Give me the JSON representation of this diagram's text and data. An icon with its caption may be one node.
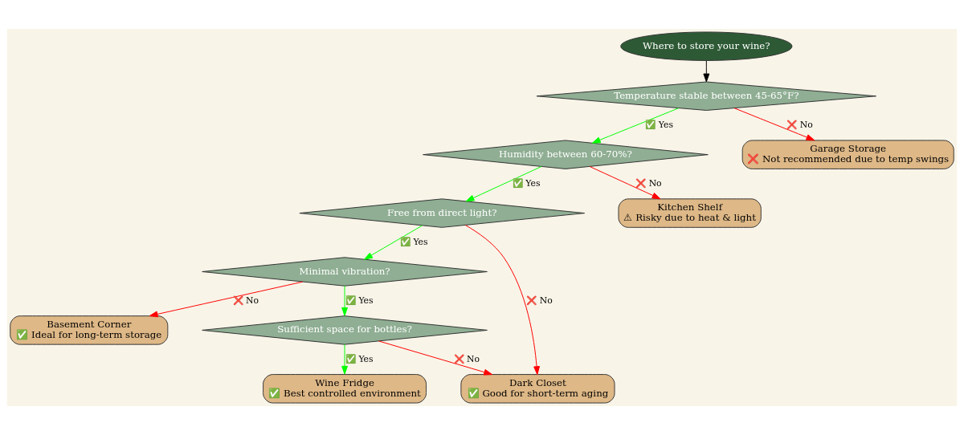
{
  "diagram": {
    "nodes": [
      {
        "text": [
          "Where to store your wine?"
        ]
      },
      {
        "text": [
          "Temperature stable between 45-65°F?"
        ]
      },
      {
        "text": [
          "Humidity between 60-70%?"
        ]
      },
      {
        "text": [
          "Garage Storage",
          "❌ Not recommended due to temp swings"
        ]
      },
      {
        "text": [
          "Free from direct light?"
        ]
      },
      {
        "text": [
          "Kitchen Shelf",
          "⚠ Risky due to heat & light"
        ]
      },
      {
        "text": [
          "Minimal vibration?"
        ]
      },
      {
        "text": [
          "Basement Corner",
          "✅ Ideal for long-term storage"
        ]
      },
      {
        "text": [
          "Sufficient space for bottles?"
        ]
      },
      {
        "text": [
          "Wine Fridge",
          "✅ Best controlled environment"
        ]
      },
      {
        "text": [
          "Dark Closet",
          "✅ Good for short-term aging"
        ]
      }
    ],
    "edges": [
      {
        "from": 0,
        "to": 1,
        "arrow": "to",
        "color": "#000000"
      },
      {
        "from": 1,
        "to": 2,
        "arrow": "to",
        "label": "✅ Yes",
        "color": "#00ff00"
      },
      {
        "from": 1,
        "to": 3,
        "arrow": "to",
        "label": "❌ No",
        "color": "#ff0000"
      },
      {
        "from": 2,
        "to": 4,
        "arrow": "to",
        "label": "✅ Yes",
        "color": "#00ff00"
      },
      {
        "from": 2,
        "to": 5,
        "arrow": "to",
        "label": "❌ No",
        "color": "#ff0000"
      },
      {
        "from": 4,
        "to": 6,
        "arrow": "to",
        "label": "✅ Yes",
        "color": "#00ff00"
      },
      {
        "from": 4,
        "to": 10,
        "arrow": "to",
        "label": "❌ No",
        "color": "#ff0000"
      },
      {
        "from": 6,
        "to": 7,
        "arrow": "to",
        "label": "❌ No",
        "color": "#ff0000"
      },
      {
        "from": 6,
        "to": 8,
        "arrow": "to",
        "label": "✅ Yes",
        "color": "#00ff00"
      },
      {
        "from": 8,
        "to": 9,
        "arrow": "to",
        "label": "✅ Yes",
        "color": "#00ff00"
      },
      {
        "from": 8,
        "to": 10,
        "arrow": "to",
        "label": "❌ No",
        "color": "#ff0000"
      }
    ]
  }
}
